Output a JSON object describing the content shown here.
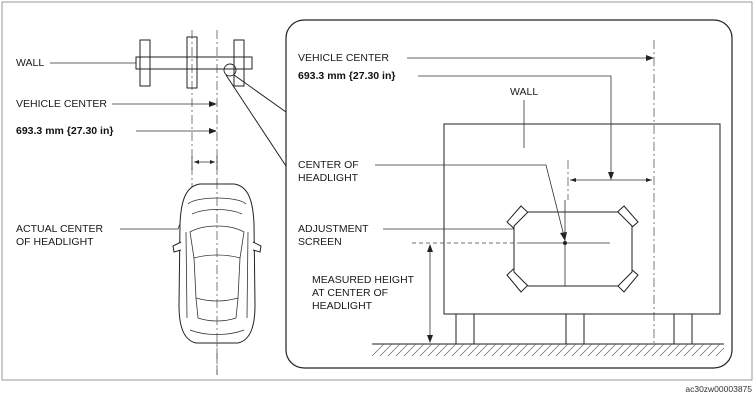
{
  "left": {
    "wall_label": "WALL",
    "vehicle_center_label": "VEHICLE CENTER",
    "distance_label": "693.3 mm {27.30 in}",
    "actual_center_label_line1": "ACTUAL CENTER",
    "actual_center_label_line2": "OF HEADLIGHT"
  },
  "detail": {
    "vehicle_center_label": "VEHICLE CENTER",
    "distance_label": "693.3 mm {27.30 in}",
    "wall_label": "WALL",
    "center_headlight_line1": "CENTER OF",
    "center_headlight_line2": "HEADLIGHT",
    "adjustment_line1": "ADJUSTMENT",
    "adjustment_line2": "SCREEN",
    "measured_line1": "MEASURED HEIGHT",
    "measured_line2": "AT CENTER OF",
    "measured_line3": "HEADLIGHT"
  },
  "figure_code": "ac30zw00003875"
}
